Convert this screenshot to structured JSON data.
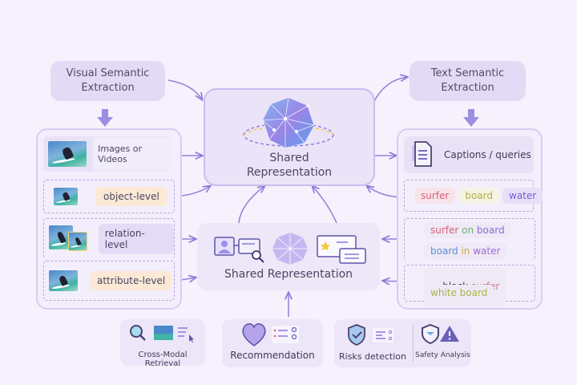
{
  "left": {
    "header": {
      "line1": "Visual Semantic",
      "line2": "Extraction"
    },
    "source_label": "Images or Videos",
    "levels": [
      {
        "label": "object-level",
        "color": "#fbe9d6"
      },
      {
        "label": "relation-level",
        "color": "#e4dcf7"
      },
      {
        "label": "attribute-level",
        "color": "#fbe9d6"
      }
    ]
  },
  "right": {
    "header": {
      "line1": "Text Semantic",
      "line2": "Extraction"
    },
    "source_label": "Captions / queries",
    "object_words": [
      {
        "text": "surfer",
        "color": "#d9607a"
      },
      {
        "text": "board",
        "color": "#a9b24a"
      },
      {
        "text": "water",
        "color": "#7b5ad6"
      }
    ],
    "relations": [
      [
        {
          "text": "surfer",
          "color": "#d9607a"
        },
        {
          "text": " on ",
          "color": "#6fb27a"
        },
        {
          "text": "board",
          "color": "#8a6ad8"
        }
      ],
      [
        {
          "text": "board",
          "color": "#5b8fd9"
        },
        {
          "text": " in ",
          "color": "#c4b04a"
        },
        {
          "text": "water",
          "color": "#9a6ad8"
        }
      ]
    ],
    "attributes": [
      [
        {
          "text": "black ",
          "color": "#3d3a48"
        },
        {
          "text": "surfer",
          "color": "#c97a88"
        }
      ],
      [
        {
          "text": "white board",
          "color": "#aab54a"
        }
      ]
    ]
  },
  "center": {
    "top": {
      "line1": "Shared",
      "line2": "Representation"
    },
    "bottom": {
      "label": "Shared Representation"
    }
  },
  "applications": [
    {
      "label": "Cross-Modal Retrieval"
    },
    {
      "label": "Recommendation"
    },
    {
      "label": "Risks detection"
    },
    {
      "label": "Safety Analysis"
    }
  ],
  "colors": {
    "accent": "#8a7ad8",
    "panel_border": "#d8cdf2",
    "header_bg": "#e3dbf5"
  }
}
